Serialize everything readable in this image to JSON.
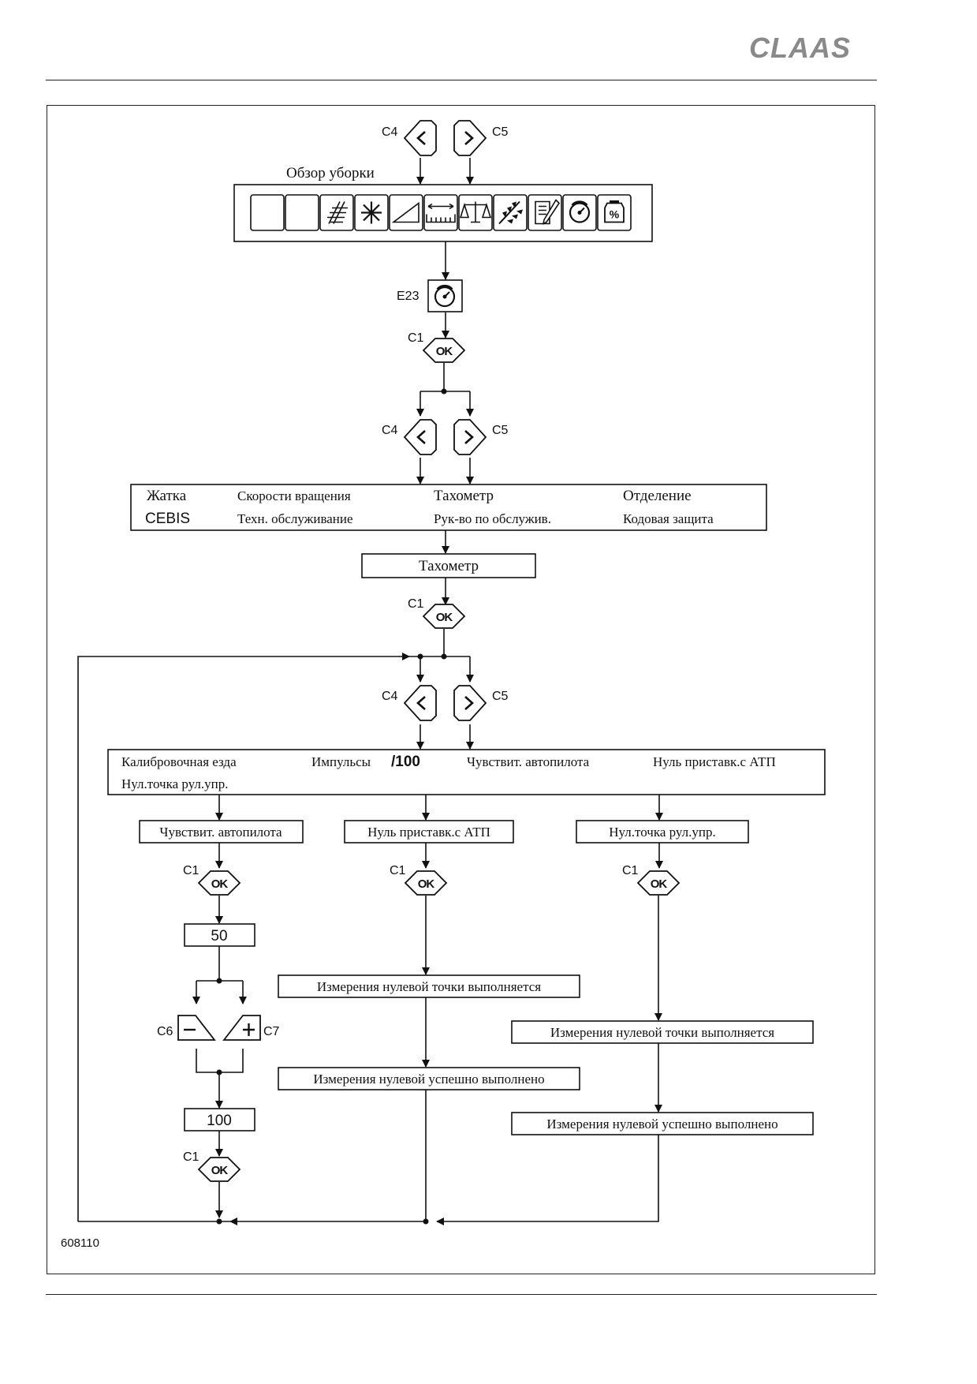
{
  "brand": {
    "logo": "CLAAS"
  },
  "figure_number": "608110",
  "keys": {
    "c1": "C1",
    "c4": "C4",
    "c5": "C5",
    "c6": "C6",
    "c7": "C7",
    "e23": "E23",
    "ok": "OK"
  },
  "harvest_overview": {
    "title": "Обзор уборки",
    "icons": [
      "blank-icon",
      "blank-icon",
      "header-icon",
      "reel-icon",
      "slope-icon",
      "cutting-width-icon",
      "scales-icon",
      "grain-icon",
      "notepad-icon",
      "tachometer-icon",
      "percent-icon"
    ]
  },
  "main_menu": {
    "row1": [
      "Жатка",
      "Скорости вращения",
      "Тахометр",
      "Отделение"
    ],
    "row2": [
      "CEBIS",
      "Техн. обслуживание",
      "Рук-во по обслужив.",
      "Кодовая защита"
    ]
  },
  "selected_menu": "Тахометр",
  "tacho_menu": {
    "row1": [
      "Калибровочная езда",
      "Импульсы",
      "/100",
      "Чувствит. автопилота",
      "Нуль приставк.с АТП"
    ],
    "row2": [
      "Нул.точка рул.упр."
    ]
  },
  "branches": {
    "left": {
      "title": "Чувствит. автопилота",
      "value_before": "50",
      "value_after": "100"
    },
    "middle": {
      "title": "Нуль приставк.с АТП",
      "step1": "Измерения нулевой точки выполняется",
      "step2": "Измерения нулевой успешно выполнено"
    },
    "right": {
      "title": "Нул.точка рул.упр.",
      "step1": "Измерения нулевой точки выполняется",
      "step2": "Измерения нулевой успешно выполнено"
    }
  }
}
